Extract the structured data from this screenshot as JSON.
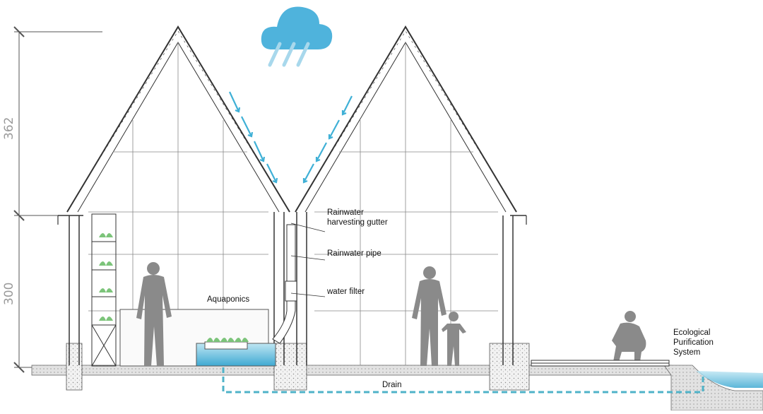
{
  "labels": {
    "gutter_line1": "Rainwater",
    "gutter_line2": "harvesting gutter",
    "pipe": "Rainwater pipe",
    "filter": "water filter",
    "aquaponics": "Aquaponics",
    "eco_line1": "Ecological",
    "eco_line2": "Purification",
    "eco_line3": "System",
    "drain": "Drain"
  },
  "dimensions": {
    "upper": "362",
    "lower": "300"
  },
  "colors": {
    "water": "#5bb8d4",
    "rain_cloud": "#4fb3dc",
    "arrow": "#3fb0d6",
    "figure": "#8a8a8a",
    "plant": "#7cc47a",
    "line": "#333333",
    "ground": "#d8d8d8"
  }
}
